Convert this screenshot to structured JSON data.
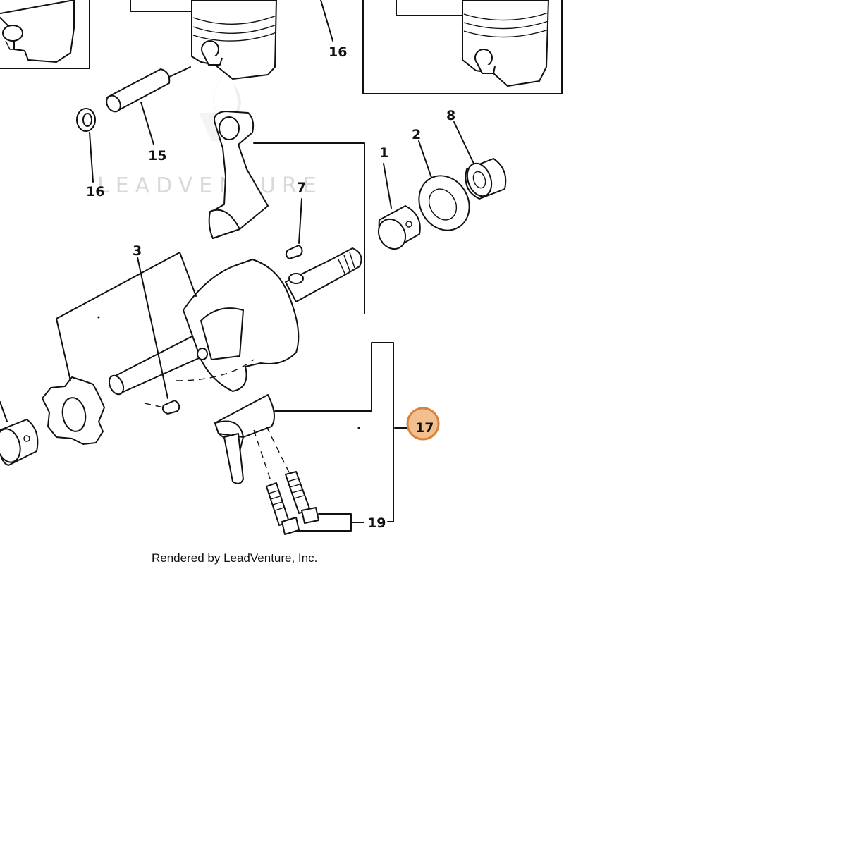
{
  "watermark": {
    "text": "LEADVENTURE"
  },
  "credit": "Rendered by LeadVenture, Inc.",
  "callouts": [
    {
      "id": "16a",
      "label": "16"
    },
    {
      "id": "15",
      "label": "15"
    },
    {
      "id": "16b",
      "label": "16"
    },
    {
      "id": "7",
      "label": "7"
    },
    {
      "id": "1",
      "label": "1"
    },
    {
      "id": "2",
      "label": "2"
    },
    {
      "id": "8",
      "label": "8"
    },
    {
      "id": "3",
      "label": "3"
    },
    {
      "id": "19",
      "label": "19"
    }
  ],
  "highlight": {
    "label": "17",
    "fill": "#f2c08e",
    "stroke": "#d8823f"
  }
}
